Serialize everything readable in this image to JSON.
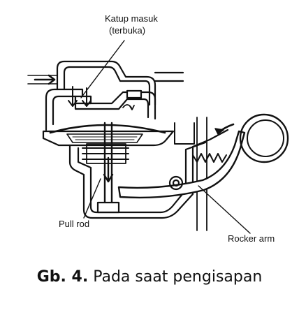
{
  "labels": {
    "inlet_valve_line1": "Katup masuk",
    "inlet_valve_line2": "(terbuka)",
    "pull_rod": "Pull rod",
    "rocker_arm": "Rocker arm"
  },
  "caption": {
    "number": "Gb. 4.",
    "text": "Pada saat pengisapan"
  }
}
